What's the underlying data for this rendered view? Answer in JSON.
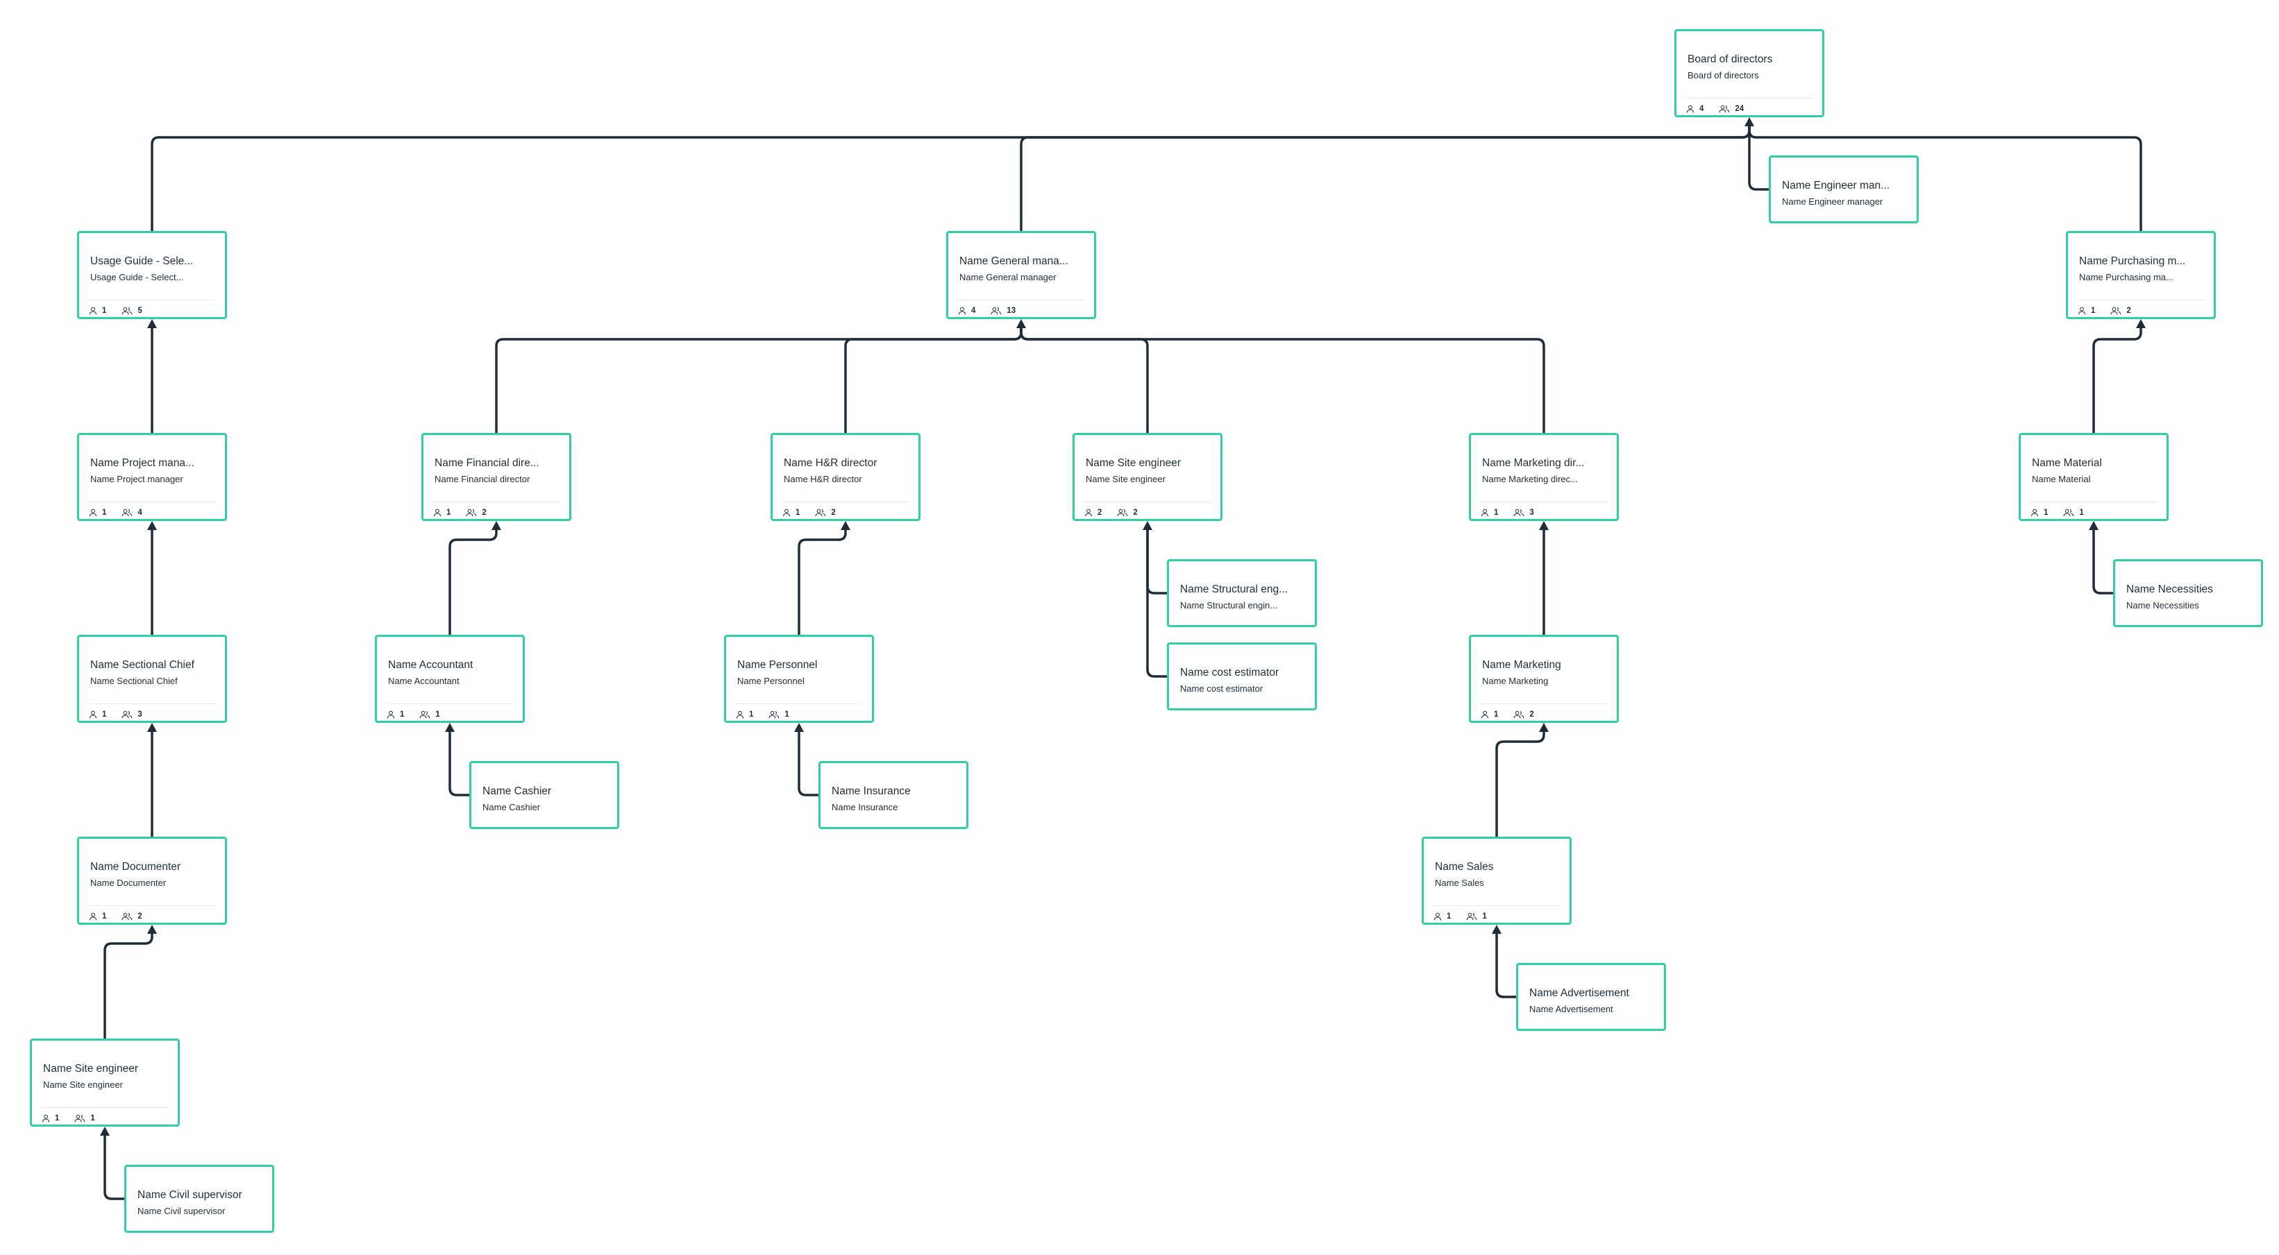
{
  "colors": {
    "node_border": "#2fd0a6",
    "edge": "#1f2d3a",
    "text": "#1f2d3a"
  },
  "icons": {
    "direct": "person-icon",
    "total": "people-icon"
  },
  "nodes": [
    {
      "id": "board",
      "title": "Board of directors",
      "subtitle": "Board of directors",
      "direct": "4",
      "total": "24"
    },
    {
      "id": "engmgr",
      "title": "Name Engineer man...",
      "subtitle": "Name Engineer manager"
    },
    {
      "id": "usage",
      "title": "Usage Guide - Sele...",
      "subtitle": "Usage Guide - Select...",
      "direct": "1",
      "total": "5"
    },
    {
      "id": "genmgr",
      "title": "Name General mana...",
      "subtitle": "Name General manager",
      "direct": "4",
      "total": "13"
    },
    {
      "id": "purch",
      "title": "Name Purchasing m...",
      "subtitle": "Name Purchasing ma...",
      "direct": "1",
      "total": "2"
    },
    {
      "id": "projmgr",
      "title": "Name Project mana...",
      "subtitle": "Name Project manager",
      "direct": "1",
      "total": "4"
    },
    {
      "id": "findir",
      "title": "Name Financial dire...",
      "subtitle": "Name Financial director",
      "direct": "1",
      "total": "2"
    },
    {
      "id": "hrdir",
      "title": "Name H&R director",
      "subtitle": "Name H&R director",
      "direct": "1",
      "total": "2"
    },
    {
      "id": "siteeng1",
      "title": "Name Site engineer",
      "subtitle": "Name Site engineer",
      "direct": "2",
      "total": "2"
    },
    {
      "id": "mktdir",
      "title": "Name Marketing dir...",
      "subtitle": "Name Marketing direc...",
      "direct": "1",
      "total": "3"
    },
    {
      "id": "material",
      "title": "Name Material",
      "subtitle": "Name Material",
      "direct": "1",
      "total": "1"
    },
    {
      "id": "structeng",
      "title": "Name Structural eng...",
      "subtitle": "Name Structural engin..."
    },
    {
      "id": "necess",
      "title": "Name Necessities",
      "subtitle": "Name Necessities"
    },
    {
      "id": "sectchief",
      "title": "Name Sectional Chief",
      "subtitle": "Name Sectional Chief",
      "direct": "1",
      "total": "3"
    },
    {
      "id": "accountant",
      "title": "Name Accountant",
      "subtitle": "Name Accountant",
      "direct": "1",
      "total": "1"
    },
    {
      "id": "personnel",
      "title": "Name Personnel",
      "subtitle": "Name Personnel",
      "direct": "1",
      "total": "1"
    },
    {
      "id": "costest",
      "title": "Name cost estimator",
      "subtitle": "Name cost estimator"
    },
    {
      "id": "marketing",
      "title": "Name Marketing",
      "subtitle": "Name Marketing",
      "direct": "1",
      "total": "2"
    },
    {
      "id": "cashier",
      "title": "Name Cashier",
      "subtitle": "Name Cashier"
    },
    {
      "id": "insurance",
      "title": "Name Insurance",
      "subtitle": "Name Insurance"
    },
    {
      "id": "documenter",
      "title": "Name Documenter",
      "subtitle": "Name Documenter",
      "direct": "1",
      "total": "2"
    },
    {
      "id": "sales",
      "title": "Name Sales",
      "subtitle": "Name Sales",
      "direct": "1",
      "total": "1"
    },
    {
      "id": "advert",
      "title": "Name Advertisement",
      "subtitle": "Name Advertisement"
    },
    {
      "id": "siteeng2",
      "title": "Name Site engineer",
      "subtitle": "Name Site engineer",
      "direct": "1",
      "total": "1"
    },
    {
      "id": "civilsup",
      "title": "Name Civil supervisor",
      "subtitle": "Name Civil supervisor"
    }
  ]
}
